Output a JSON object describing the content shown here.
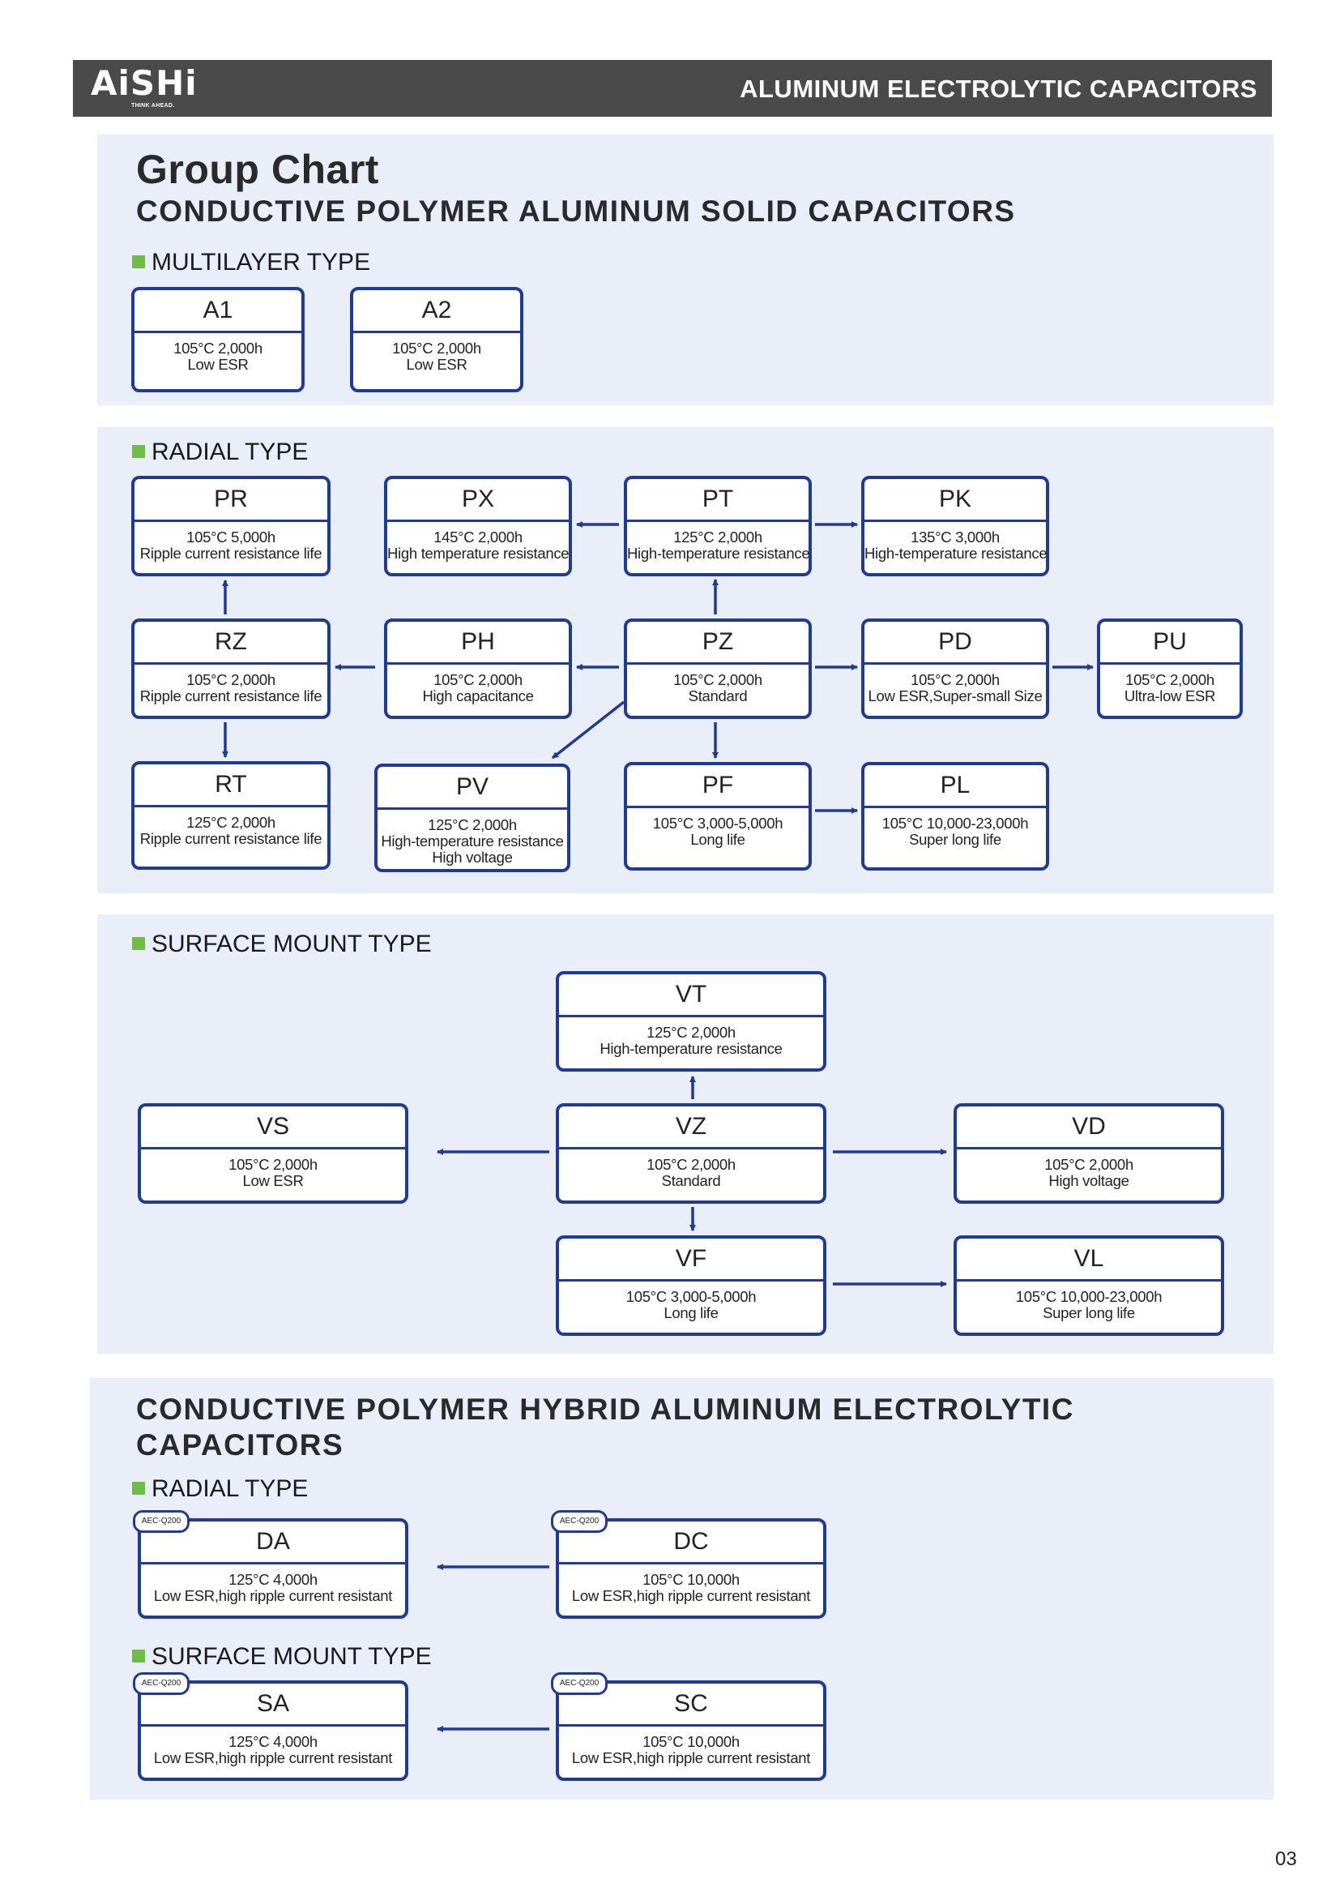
{
  "header": {
    "logo": "AiSHi",
    "tagline": "THINK AHEAD.",
    "title": "ALUMINUM ELECTROLYTIC CAPACITORS"
  },
  "page_title": "Group Chart",
  "solid": {
    "heading": "CONDUCTIVE POLYMER ALUMINUM SOLID CAPACITORS",
    "multilayer": {
      "label": "MULTILAYER TYPE",
      "A1": {
        "code": "A1",
        "l1": "105°C 2,000h",
        "l2": "Low ESR"
      },
      "A2": {
        "code": "A2",
        "l1": "105°C 2,000h",
        "l2": "Low ESR"
      }
    },
    "radial": {
      "label": "RADIAL TYPE",
      "PR": {
        "code": "PR",
        "l1": "105°C 5,000h",
        "l2": "Ripple current resistance life"
      },
      "PX": {
        "code": "PX",
        "l1": "145°C 2,000h",
        "l2": "High temperature resistance"
      },
      "PT": {
        "code": "PT",
        "l1": "125°C 2,000h",
        "l2": "High-temperature resistance"
      },
      "PK": {
        "code": "PK",
        "l1": "135°C 3,000h",
        "l2": "High-temperature resistance"
      },
      "RZ": {
        "code": "RZ",
        "l1": "105°C 2,000h",
        "l2": "Ripple current resistance life"
      },
      "PH": {
        "code": "PH",
        "l1": "105°C 2,000h",
        "l2": "High capacitance"
      },
      "PZ": {
        "code": "PZ",
        "l1": "105°C 2,000h",
        "l2": "Standard"
      },
      "PD": {
        "code": "PD",
        "l1": "105°C 2,000h",
        "l2": "Low ESR,Super-small Size"
      },
      "PU": {
        "code": "PU",
        "l1": "105°C 2,000h",
        "l2": "Ultra-low ESR"
      },
      "RT": {
        "code": "RT",
        "l1": "125°C 2,000h",
        "l2": "Ripple current resistance life"
      },
      "PV": {
        "code": "PV",
        "l1": "125°C 2,000h",
        "l2": "High-temperature resistance",
        "l3": "High voltage"
      },
      "PF": {
        "code": "PF",
        "l1": "105°C 3,000-5,000h",
        "l2": "Long life"
      },
      "PL": {
        "code": "PL",
        "l1": "105°C 10,000-23,000h",
        "l2": "Super long life"
      }
    },
    "smt": {
      "label": "SURFACE MOUNT TYPE",
      "VT": {
        "code": "VT",
        "l1": "125°C 2,000h",
        "l2": "High-temperature resistance"
      },
      "VS": {
        "code": "VS",
        "l1": "105°C 2,000h",
        "l2": "Low ESR"
      },
      "VZ": {
        "code": "VZ",
        "l1": "105°C 2,000h",
        "l2": "Standard"
      },
      "VD": {
        "code": "VD",
        "l1": "105°C 2,000h",
        "l2": "High voltage"
      },
      "VF": {
        "code": "VF",
        "l1": "105°C 3,000-5,000h",
        "l2": "Long life"
      },
      "VL": {
        "code": "VL",
        "l1": "105°C 10,000-23,000h",
        "l2": "Super long life"
      }
    }
  },
  "hybrid": {
    "heading_line1": "CONDUCTIVE POLYMER HYBRID ALUMINUM ELECTROLYTIC",
    "heading_line2": "CAPACITORS",
    "radial": {
      "label": "RADIAL TYPE",
      "DA": {
        "code": "DA",
        "badge": "AEC-Q200",
        "l1": "125°C 4,000h",
        "l2": "Low ESR,high ripple current resistant"
      },
      "DC": {
        "code": "DC",
        "badge": "AEC-Q200",
        "l1": "105°C 10,000h",
        "l2": "Low ESR,high ripple current resistant"
      }
    },
    "smt": {
      "label": "SURFACE MOUNT TYPE",
      "SA": {
        "code": "SA",
        "badge": "AEC-Q200",
        "l1": "125°C 4,000h",
        "l2": "Low ESR,high ripple current resistant"
      },
      "SC": {
        "code": "SC",
        "badge": "AEC-Q200",
        "l1": "105°C 10,000h",
        "l2": "Low ESR,high ripple current resistant"
      }
    }
  },
  "colors": {
    "header_bg": "#4a4a4a",
    "panel_bg": "#e9eef8",
    "box_border": "#1f3b96",
    "bullet": "#6fbd45"
  },
  "page_number": "03"
}
